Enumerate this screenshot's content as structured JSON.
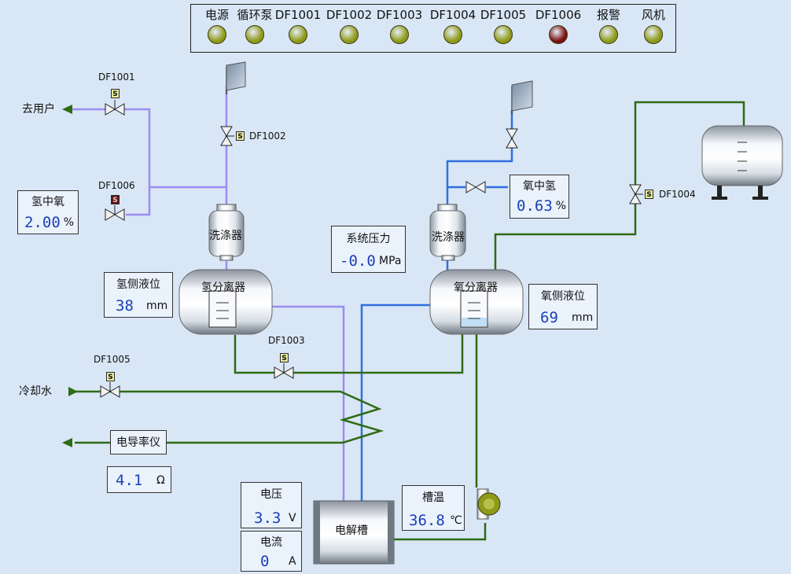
{
  "colors": {
    "background": "#d9e6f5",
    "hydrogen_line": "#9b8cf0",
    "oxygen_line": "#2f6fe0",
    "water_line": "#2e6b14",
    "lamp_ok": "#8f9a18",
    "lamp_fault": "#7a0f0f",
    "value_text": "#1c3fb5"
  },
  "status_bar": {
    "items": [
      {
        "label": "电源",
        "state": "ok"
      },
      {
        "label": "循环泵",
        "state": "ok"
      },
      {
        "label": "DF1001",
        "state": "ok"
      },
      {
        "label": "DF1002",
        "state": "ok"
      },
      {
        "label": "DF1003",
        "state": "ok"
      },
      {
        "label": "DF1004",
        "state": "ok"
      },
      {
        "label": "DF1005",
        "state": "ok"
      },
      {
        "label": "DF1006",
        "state": "fault"
      },
      {
        "label": "报警",
        "state": "ok"
      },
      {
        "label": "风机",
        "state": "ok"
      }
    ]
  },
  "valves": {
    "df1001": "DF1001",
    "df1002": "DF1002",
    "df1003": "DF1003",
    "df1004": "DF1004",
    "df1005": "DF1005",
    "df1006": "DF1006",
    "badge": "S"
  },
  "endpoints": {
    "to_user": "去用户",
    "cooling_water": "冷却水"
  },
  "equipment": {
    "h2_scrubber": "洗涤器",
    "o2_scrubber": "洗涤器",
    "h2_separator": "氢分离器",
    "o2_separator": "氧分离器",
    "electrolyzer": "电解槽",
    "conductivity_meter": "电导率仪"
  },
  "readouts": {
    "o2_in_h2": {
      "title": "氢中氧",
      "value": "2.00",
      "unit": "%"
    },
    "h2_in_o2": {
      "title": "氧中氢",
      "value": "0.63",
      "unit": "%"
    },
    "system_pressure": {
      "title": "系统压力",
      "value": "-0.0",
      "unit": "MPa"
    },
    "h2_level": {
      "title": "氢侧液位",
      "value": "38",
      "unit": "mm"
    },
    "o2_level": {
      "title": "氧侧液位",
      "value": "69",
      "unit": "mm"
    },
    "conductivity": {
      "value": "4.1",
      "unit": "Ω"
    },
    "voltage": {
      "title": "电压",
      "value": "3.3",
      "unit": "V"
    },
    "current": {
      "title": "电流",
      "value": "0",
      "unit": "A"
    },
    "tank_temp": {
      "title": "槽温",
      "value": "36.8",
      "unit": "℃"
    }
  },
  "levels": {
    "h2_separator_fill": 0.0,
    "o2_separator_fill": 0.25
  },
  "icons": {
    "vent_flag": "vent-flag-icon",
    "pump": "circulation-pump-icon",
    "storage_tank": "storage-tank-icon",
    "valve": "valve-icon"
  }
}
